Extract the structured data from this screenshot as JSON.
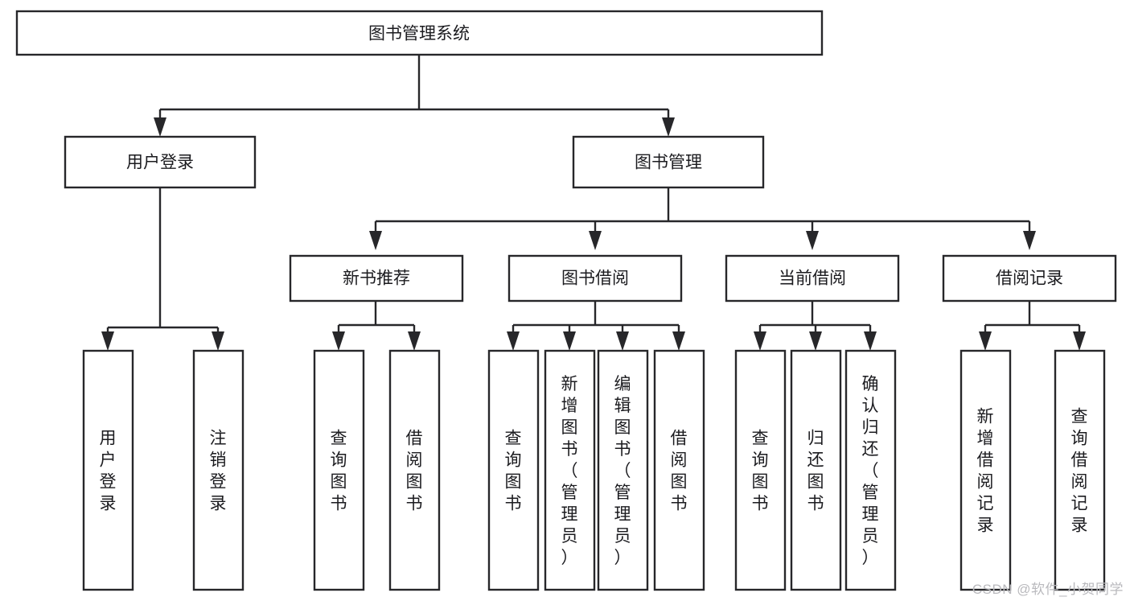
{
  "diagram": {
    "title": "图书管理系统",
    "type": "tree",
    "watermark": "CSDN @软件_小贺同学",
    "colors": {
      "background": "#ffffff",
      "box_border": "#27272a",
      "box_fill": "#ffffff",
      "text": "#1b1b1f",
      "watermark": "#b9b9bd"
    },
    "levels": [
      {
        "level": 0,
        "nodes": [
          {
            "id": "root",
            "label": "图书管理系统",
            "orientation": "horizontal"
          }
        ]
      },
      {
        "level": 1,
        "nodes": [
          {
            "id": "login",
            "label": "用户登录",
            "orientation": "horizontal",
            "parent": "root"
          },
          {
            "id": "bookmgmt",
            "label": "图书管理",
            "orientation": "horizontal",
            "parent": "root"
          }
        ]
      },
      {
        "level": 2,
        "nodes": [
          {
            "id": "newbook",
            "label": "新书推荐",
            "orientation": "horizontal",
            "parent": "bookmgmt"
          },
          {
            "id": "borrow",
            "label": "图书借阅",
            "orientation": "horizontal",
            "parent": "bookmgmt"
          },
          {
            "id": "current",
            "label": "当前借阅",
            "orientation": "horizontal",
            "parent": "bookmgmt"
          },
          {
            "id": "records",
            "label": "借阅记录",
            "orientation": "horizontal",
            "parent": "bookmgmt"
          }
        ]
      },
      {
        "level": 3,
        "nodes": [
          {
            "id": "leaf1",
            "label": "用户登录",
            "orientation": "vertical",
            "parent": "login"
          },
          {
            "id": "leaf2",
            "label": "注销登录",
            "orientation": "vertical",
            "parent": "login"
          },
          {
            "id": "leaf3",
            "label": "查询图书",
            "orientation": "vertical",
            "parent": "newbook"
          },
          {
            "id": "leaf4",
            "label": "借阅图书",
            "orientation": "vertical",
            "parent": "newbook"
          },
          {
            "id": "leaf5",
            "label": "查询图书",
            "orientation": "vertical",
            "parent": "borrow"
          },
          {
            "id": "leaf6",
            "label": "新增图书（管理员）",
            "orientation": "vertical",
            "parent": "borrow"
          },
          {
            "id": "leaf7",
            "label": "编辑图书（管理员）",
            "orientation": "vertical",
            "parent": "borrow"
          },
          {
            "id": "leaf8",
            "label": "借阅图书",
            "orientation": "vertical",
            "parent": "borrow"
          },
          {
            "id": "leaf9",
            "label": "查询图书",
            "orientation": "vertical",
            "parent": "current"
          },
          {
            "id": "leaf10",
            "label": "归还图书",
            "orientation": "vertical",
            "parent": "current"
          },
          {
            "id": "leaf11",
            "label": "确认归还（管理员）",
            "orientation": "vertical",
            "parent": "current"
          },
          {
            "id": "leaf12",
            "label": "新增借阅记录",
            "orientation": "vertical",
            "parent": "records"
          },
          {
            "id": "leaf13",
            "label": "查询借阅记录",
            "orientation": "vertical",
            "parent": "records"
          }
        ]
      }
    ],
    "labels": {
      "root": "图书管理系统",
      "login": "用户登录",
      "bookmgmt": "图书管理",
      "newbook": "新书推荐",
      "borrow": "图书借阅",
      "current": "当前借阅",
      "records": "借阅记录",
      "leaf1": "用户登录",
      "leaf2": "注销登录",
      "leaf3": "查询图书",
      "leaf4": "借阅图书",
      "leaf5": "查询图书",
      "leaf6": "新增图书（管理员）",
      "leaf7": "编辑图书（管理员）",
      "leaf8": "借阅图书",
      "leaf9": "查询图书",
      "leaf10": "归还图书",
      "leaf11": "确认归还（管理员）",
      "leaf12": "新增借阅记录",
      "leaf13": "查询借阅记录"
    }
  }
}
